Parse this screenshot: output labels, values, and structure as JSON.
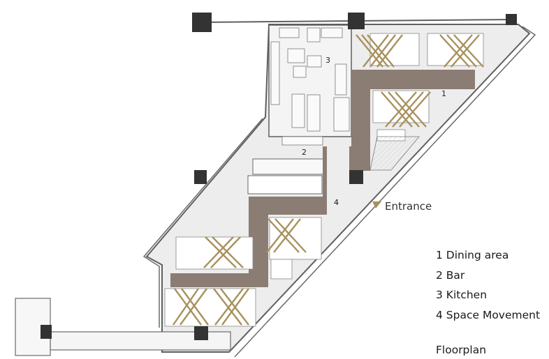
{
  "plan": {
    "title": "Floorplan",
    "entrance_label": "Entrance",
    "legend": [
      {
        "label": "1 Dining area"
      },
      {
        "label": "2 Bar"
      },
      {
        "label": "3 Kitchen"
      },
      {
        "label": "4 Space Movement"
      }
    ],
    "zones": {
      "dining": "1",
      "bar": "2",
      "kitchen": "3",
      "movement": "4"
    }
  },
  "colors": {
    "wall": "#5f5f5f",
    "floor": "#ededed",
    "corridor": "#8b7d73",
    "accent": "#a8915c",
    "column": "#333333"
  }
}
